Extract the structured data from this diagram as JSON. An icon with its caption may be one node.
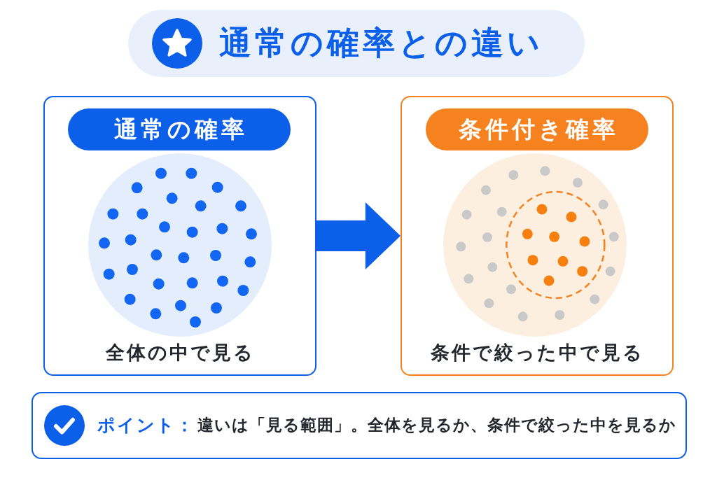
{
  "diagram": {
    "title": "通常の確率との違い",
    "nodes": [
      {
        "text": [
          "全体の中で見る"
        ]
      },
      {
        "text": [
          "通常の確率"
        ],
        "in": 0
      },
      {
        "text": [
          "条件で絞った中で見る"
        ]
      },
      {
        "text": [
          "条件付き確率"
        ],
        "in": 2
      },
      {
        "text": [
          "ポイント：",
          "違いは「見る範囲」。全体を見るか、条件で絞った中を見るか"
        ]
      }
    ],
    "edges": [
      {
        "from": 0,
        "to": 2,
        "arrow": "to",
        "style": "thick"
      }
    ]
  }
}
